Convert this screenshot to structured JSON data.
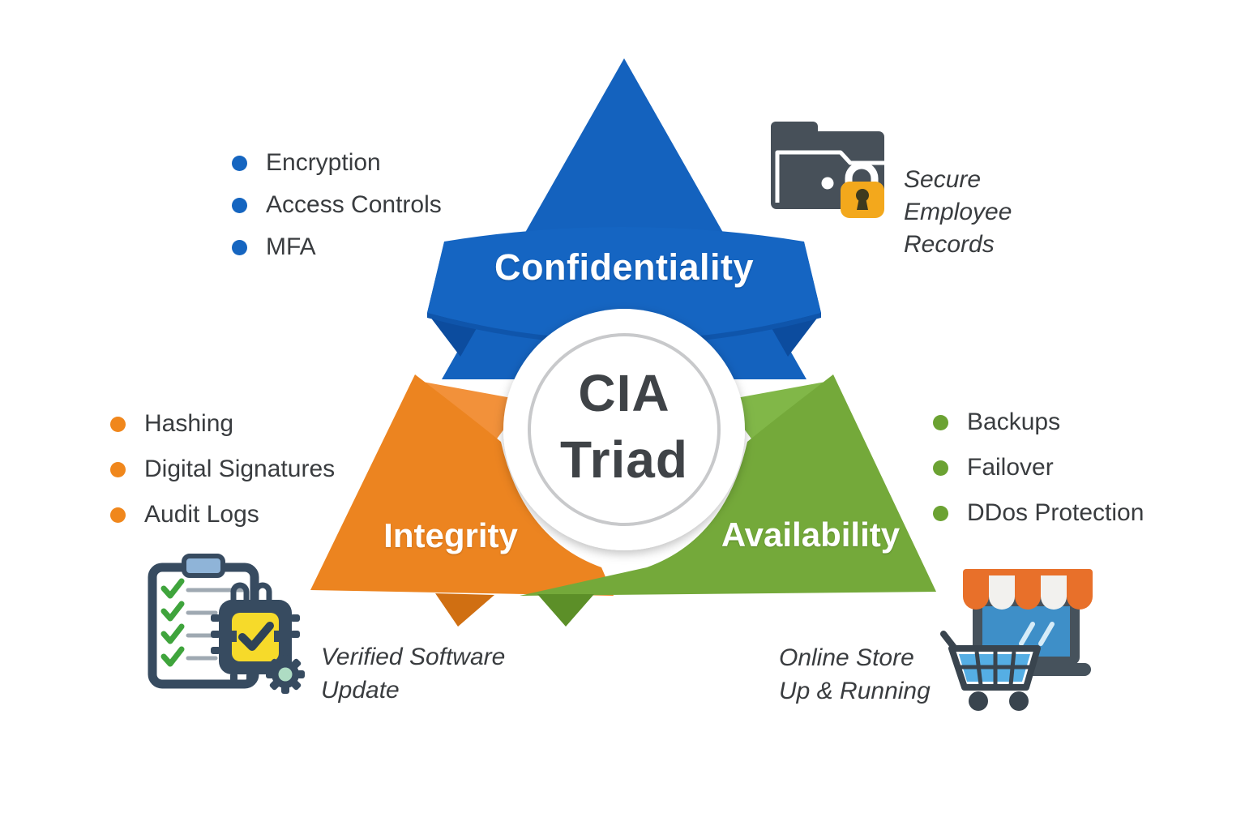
{
  "diagram": {
    "center_title_line1": "CIA",
    "center_title_line2": "Triad"
  },
  "pillars": [
    {
      "label": "Confidentiality",
      "color": "#1462be",
      "bullet_color": "#1565c0",
      "items": [
        "Encryption",
        "Access Controls",
        "MFA"
      ]
    },
    {
      "label": "Integrity",
      "color": "#ec8420",
      "bullet_color": "#f0871c",
      "items": [
        "Hashing",
        "Digital Signatures",
        "Audit Logs"
      ]
    },
    {
      "label": "Availability",
      "color": "#74a93a",
      "bullet_color": "#6ba232",
      "items": [
        "Backups",
        "Failover",
        "DDos Protection"
      ]
    }
  ],
  "examples": [
    {
      "pillar": "Confidentiality",
      "icon": "folder-lock-icon",
      "lines": [
        "Secure",
        "Employee",
        "Records"
      ]
    },
    {
      "pillar": "Integrity",
      "icon": "clipboard-chip-check-icon",
      "lines": [
        "Verified Software",
        "Update"
      ]
    },
    {
      "pillar": "Availability",
      "icon": "online-store-cart-icon",
      "lines": [
        "Online Store",
        "Up & Running"
      ]
    }
  ],
  "icon_colors": {
    "slate": "#475059",
    "lock_orange": "#f3a81c",
    "chip_navy": "#374b60",
    "chip_yellow": "#f6da2a",
    "check_green": "#3fa43c",
    "screen_blue": "#3e8fc8",
    "cart_blue": "#55aee4",
    "awning_orange": "#e8702a"
  }
}
